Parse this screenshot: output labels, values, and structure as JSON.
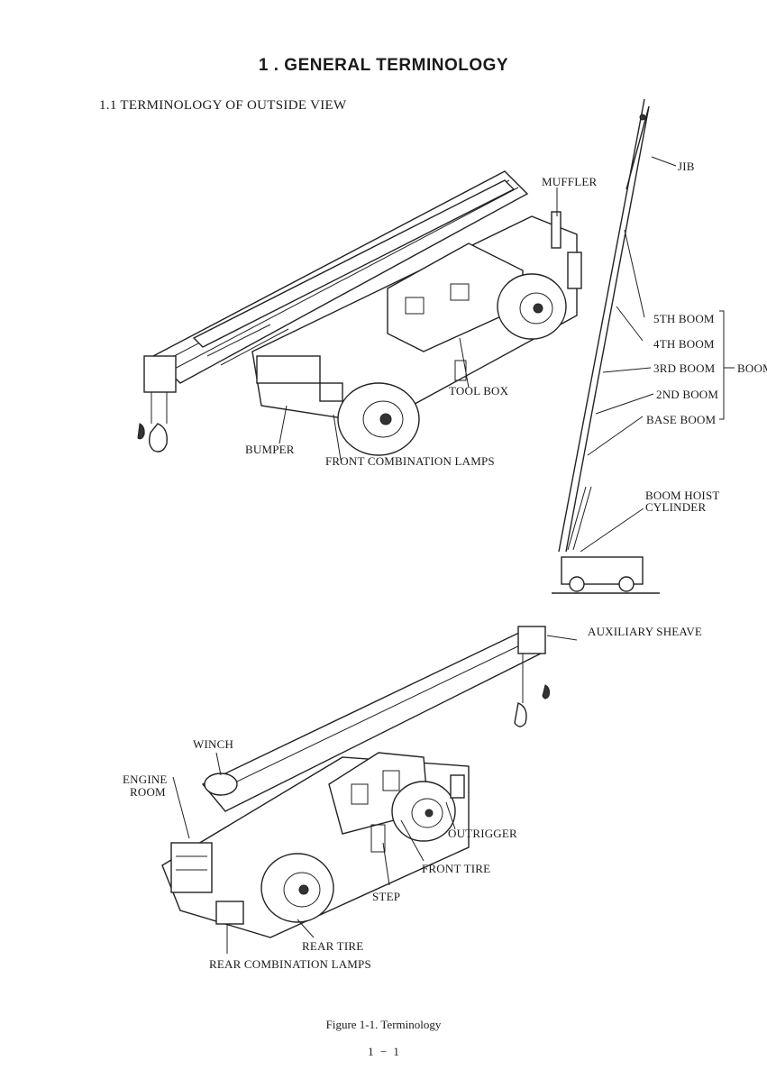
{
  "document": {
    "chapter_title": "1 . GENERAL TERMINOLOGY",
    "section_title": "1.1 TERMINOLOGY OF OUTSIDE VIEW",
    "caption": "Figure 1-1. Terminology",
    "page_number": "1 − 1"
  },
  "labels": {
    "jib": "JIB",
    "muffler": "MUFFLER",
    "boom_5th": "5TH BOOM",
    "boom_4th": "4TH BOOM",
    "boom_3rd": "3RD BOOM",
    "boom_2nd": "2ND BOOM",
    "boom_base": "BASE BOOM",
    "boom_group": "BOOM",
    "tool_box": "TOOL BOX",
    "bumper": "BUMPER",
    "front_combination_lamps": "FRONT COMBINATION LAMPS",
    "boom_hoist_cylinder_1": "BOOM HOIST",
    "boom_hoist_cylinder_2": "CYLINDER",
    "auxiliary_sheave": "AUXILIARY SHEAVE",
    "winch": "WINCH",
    "engine_room_1": "ENGINE",
    "engine_room_2": "ROOM",
    "outrigger": "OUTRIGGER",
    "front_tire": "FRONT TIRE",
    "step": "STEP",
    "rear_tire": "REAR TIRE",
    "rear_combination_lamps": "REAR COMBINATION LAMPS"
  }
}
